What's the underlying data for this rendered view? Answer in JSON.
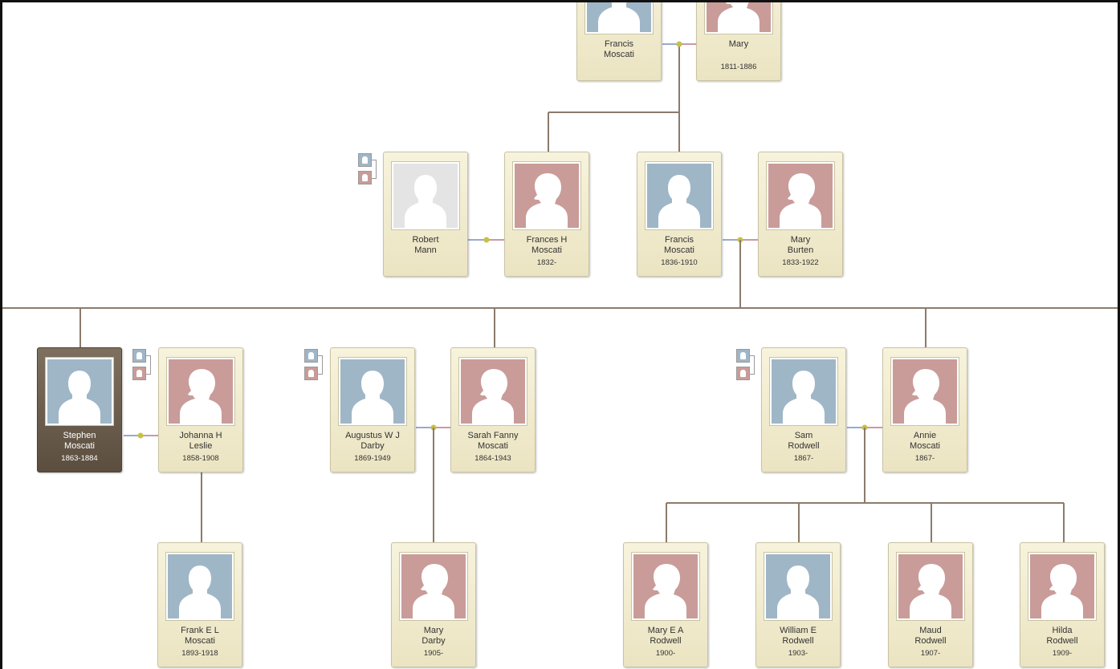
{
  "people": [
    {
      "id": "p1",
      "name": "Francis\nMoscati",
      "dates": "",
      "gender": "male"
    },
    {
      "id": "p2",
      "name": "Mary",
      "dates": "1811-1886",
      "gender": "female"
    },
    {
      "id": "p3",
      "name": "Robert\nMann",
      "dates": "",
      "gender": "unknown"
    },
    {
      "id": "p4",
      "name": "Frances H\nMoscati",
      "dates": "1832-",
      "gender": "female"
    },
    {
      "id": "p5",
      "name": "Francis\nMoscati",
      "dates": "1836-1910",
      "gender": "male"
    },
    {
      "id": "p6",
      "name": "Mary\nBurten",
      "dates": "1833-1922",
      "gender": "female"
    },
    {
      "id": "p7",
      "name": "Stephen\nMoscati",
      "dates": "1863-1884",
      "gender": "male",
      "selected": true
    },
    {
      "id": "p8",
      "name": "Johanna H\nLeslie",
      "dates": "1858-1908",
      "gender": "female"
    },
    {
      "id": "p9",
      "name": "Augustus W J\nDarby",
      "dates": "1869-1949",
      "gender": "male"
    },
    {
      "id": "p10",
      "name": "Sarah Fanny\nMoscati",
      "dates": "1864-1943",
      "gender": "female"
    },
    {
      "id": "p11",
      "name": "Sam\nRodwell",
      "dates": "1867-",
      "gender": "male"
    },
    {
      "id": "p12",
      "name": "Annie\nMoscati",
      "dates": "1867-",
      "gender": "female"
    },
    {
      "id": "p13",
      "name": "Frank E L\nMoscati",
      "dates": "1893-1918",
      "gender": "male"
    },
    {
      "id": "p14",
      "name": "Mary\nDarby",
      "dates": "1905-",
      "gender": "female"
    },
    {
      "id": "p15",
      "name": "Mary E A\nRodwell",
      "dates": "1900-",
      "gender": "female"
    },
    {
      "id": "p16",
      "name": "William E\nRodwell",
      "dates": "1903-",
      "gender": "male"
    },
    {
      "id": "p17",
      "name": "Maud\nRodwell",
      "dates": "1907-",
      "gender": "female"
    },
    {
      "id": "p18",
      "name": "Hilda\nRodwell",
      "dates": "1909-",
      "gender": "female"
    }
  ],
  "colors": {
    "male_photo": "#9fb6c7",
    "female_photo": "#c99c99",
    "unknown_photo": "#e4e4e4",
    "card_background": "#f0ebd0",
    "selected_card": "#6b5d4d",
    "connector_line": "#8b7b6b",
    "couple_dot": "#c8c04a",
    "male_link": "#9aa8d0",
    "female_link": "#c99aa4"
  }
}
